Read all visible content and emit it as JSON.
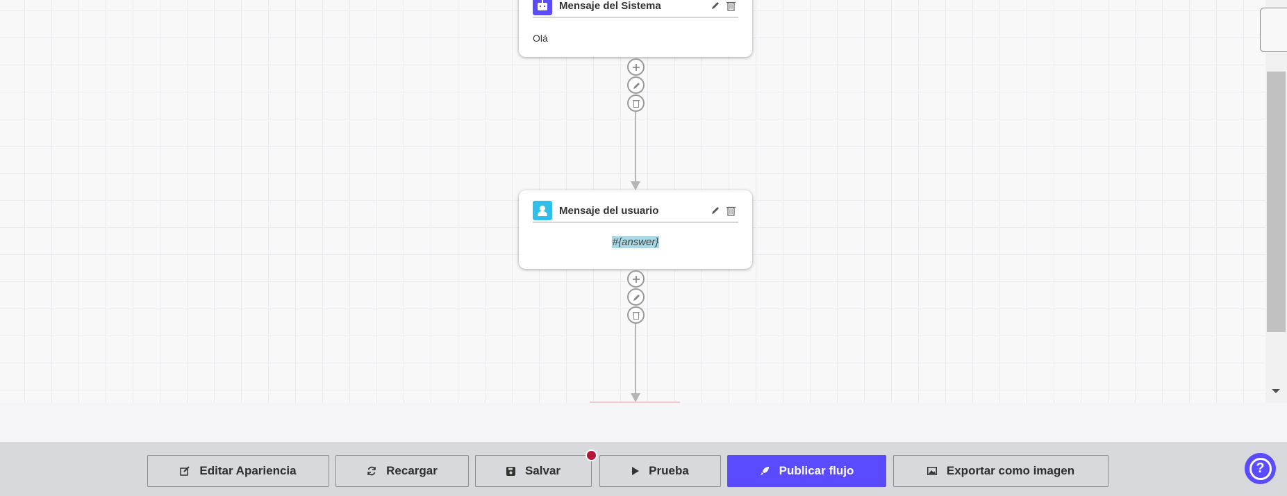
{
  "nodes": [
    {
      "title": "Mensaje del Sistema",
      "icon": "robot-icon",
      "icon_color": "#5b4bff",
      "body": "Olá"
    },
    {
      "title": "Mensaje del usuario",
      "icon": "user-icon",
      "icon_color": "#2fbfe8",
      "body": "#{answer}"
    }
  ],
  "footer": {
    "edit_appearance": "Editar Apariencia",
    "reload": "Recargar",
    "save": "Salvar",
    "test": "Prueba",
    "publish": "Publicar flujo",
    "export": "Exportar como imagen",
    "help": "?"
  },
  "colors": {
    "accent": "#5b4bff",
    "unsaved_dot": "#b5163a",
    "footer_bg": "#d8d9dd"
  }
}
